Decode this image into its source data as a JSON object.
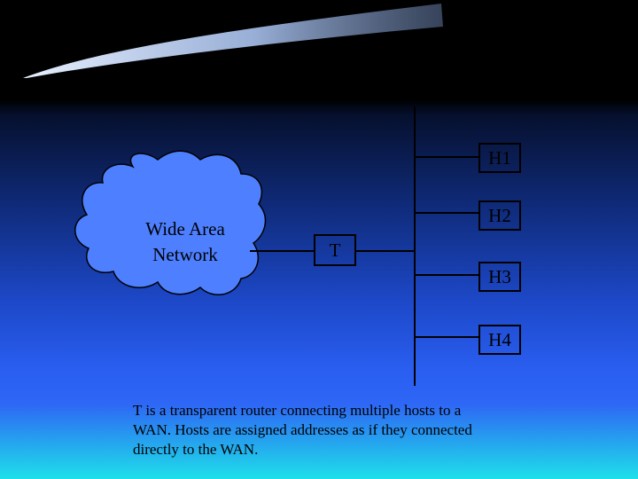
{
  "diagram": {
    "cloud_label_lines": [
      "Wide Area",
      "Network"
    ],
    "router_label": "T",
    "hosts": [
      {
        "label": "H1"
      },
      {
        "label": "H2"
      },
      {
        "label": "H3"
      },
      {
        "label": "H4"
      }
    ],
    "caption": "T is a transparent router connecting multiple hosts to a WAN. Hosts are assigned addresses as if they connected directly to the WAN."
  },
  "colors": {
    "cloud_fill": "#4d7fff",
    "line": "#000000",
    "streak": "#cfe0ff"
  }
}
